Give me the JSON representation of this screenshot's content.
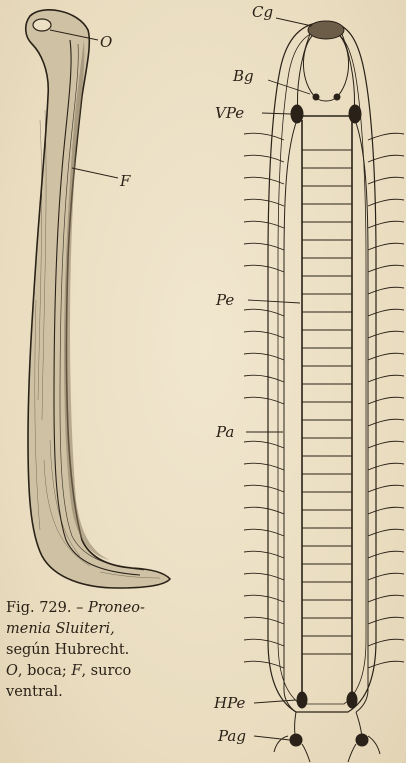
{
  "figure": {
    "number": "Fig. 729. –",
    "title_part1": "Proneo-",
    "title_part2": "menia Sluiteri,",
    "attribution": "según Hubrecht.",
    "key_o_letter": "O",
    "key_o_text": ", boca; ",
    "key_f_letter": "F",
    "key_f_text": ", surco",
    "key_f_text2": "ventral."
  },
  "labels": {
    "O": "O",
    "F": "F",
    "Cg": "Cg",
    "Bg": "Bg",
    "VPe": "VPe",
    "Pe": "Pe",
    "Pa": "Pa",
    "HPe": "HPe",
    "Pag": "Pag"
  },
  "colors": {
    "paper": "#ece0c4",
    "ink": "#2a2218",
    "worm_fill": "#cfc2a4",
    "worm_shade": "#8a7b63"
  }
}
